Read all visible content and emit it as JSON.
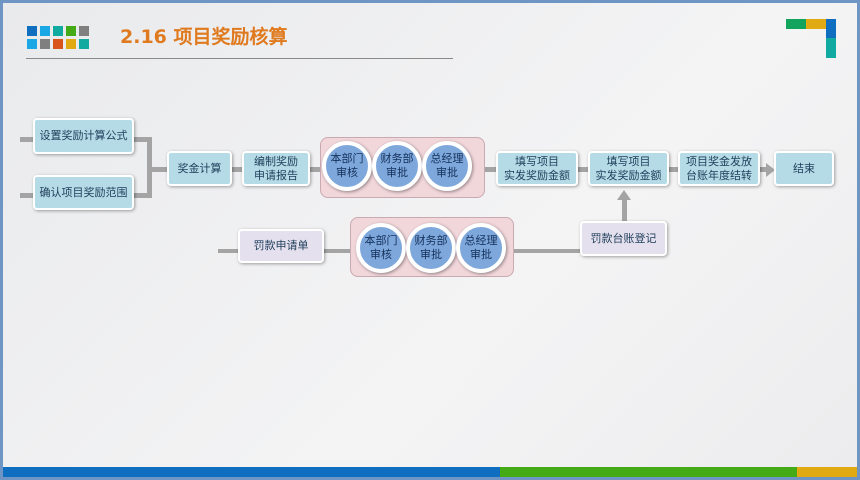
{
  "header": {
    "title": "2.16 项目奖励核算"
  },
  "colors": {
    "accent": "#e07a1f",
    "box": "#b4dbe6",
    "group": "#f1d6da",
    "circle": "#7ea8dc",
    "bar_blue": "#0f6ec0",
    "bar_green": "#44ab16",
    "bar_yellow": "#e2aa12"
  },
  "flow": {
    "set_formula": "设置奖励计算公式",
    "confirm_scope": "确认项目奖励范围",
    "calc_bonus": "奖金计算",
    "report": [
      "编制奖励",
      "申请报告"
    ],
    "approvals1": [
      [
        "本部门",
        "审核"
      ],
      [
        "财务部",
        "审批"
      ],
      [
        "总经理",
        "审批"
      ]
    ],
    "fill1": [
      "填写项目",
      "实发奖励金额"
    ],
    "fill2": [
      "填写项目",
      "实发奖励金额"
    ],
    "ledger": [
      "项目奖金发放",
      "台账年度结转"
    ],
    "end": "结束",
    "penalty_form": "罚款申请单",
    "approvals2": [
      [
        "本部门",
        "审核"
      ],
      [
        "财务部",
        "审批"
      ],
      [
        "总经理",
        "审批"
      ]
    ],
    "penalty_ledger": "罚款台账登记"
  }
}
